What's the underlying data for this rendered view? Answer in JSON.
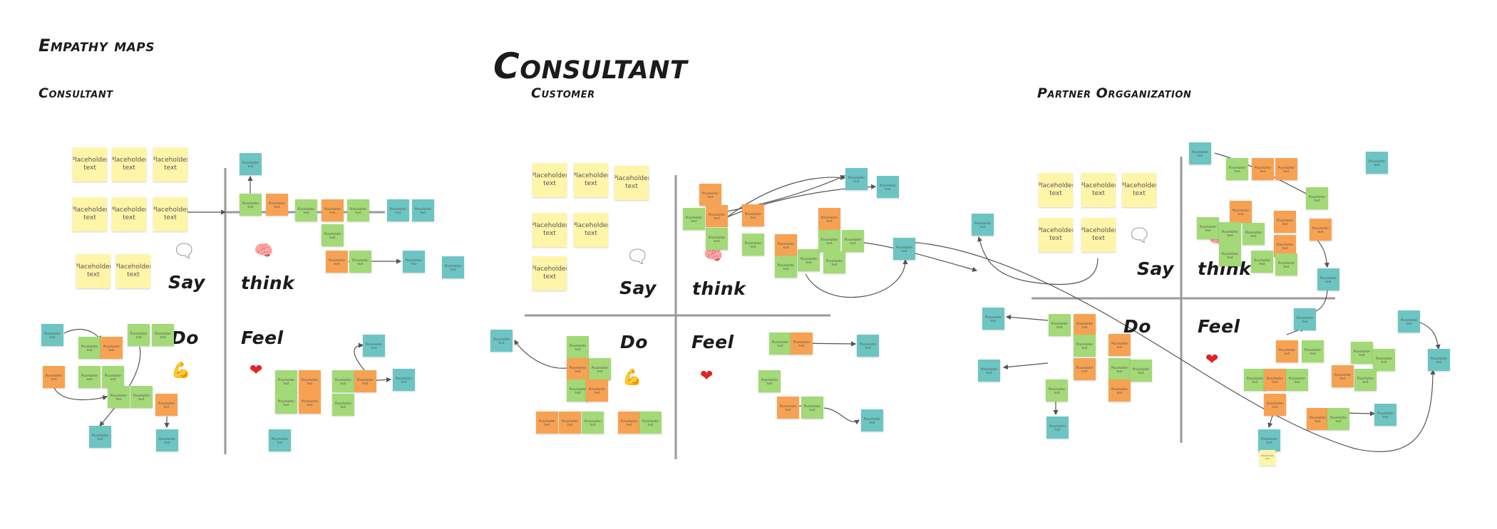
{
  "board": {
    "title": "Empathy maps",
    "heading": "Consultant"
  },
  "maps": [
    {
      "title": "Consultant"
    },
    {
      "title": "Customer"
    },
    {
      "title": "Partner Orgganization"
    }
  ],
  "quadrant_labels": {
    "say": "Say",
    "think": "think",
    "do": "Do",
    "feel": "Feel"
  },
  "sticky_text": "Placeholder text",
  "icons": {
    "say": "speech-bubble-icon",
    "think": "brain-icon",
    "do": "flexed-arm-icon",
    "feel": "heart-icon"
  },
  "colors": {
    "yellow": "#fff5a8",
    "green": "#a3d977",
    "orange": "#f7a253",
    "teal": "#6cc5c2",
    "divider": "#9a9a9a"
  }
}
